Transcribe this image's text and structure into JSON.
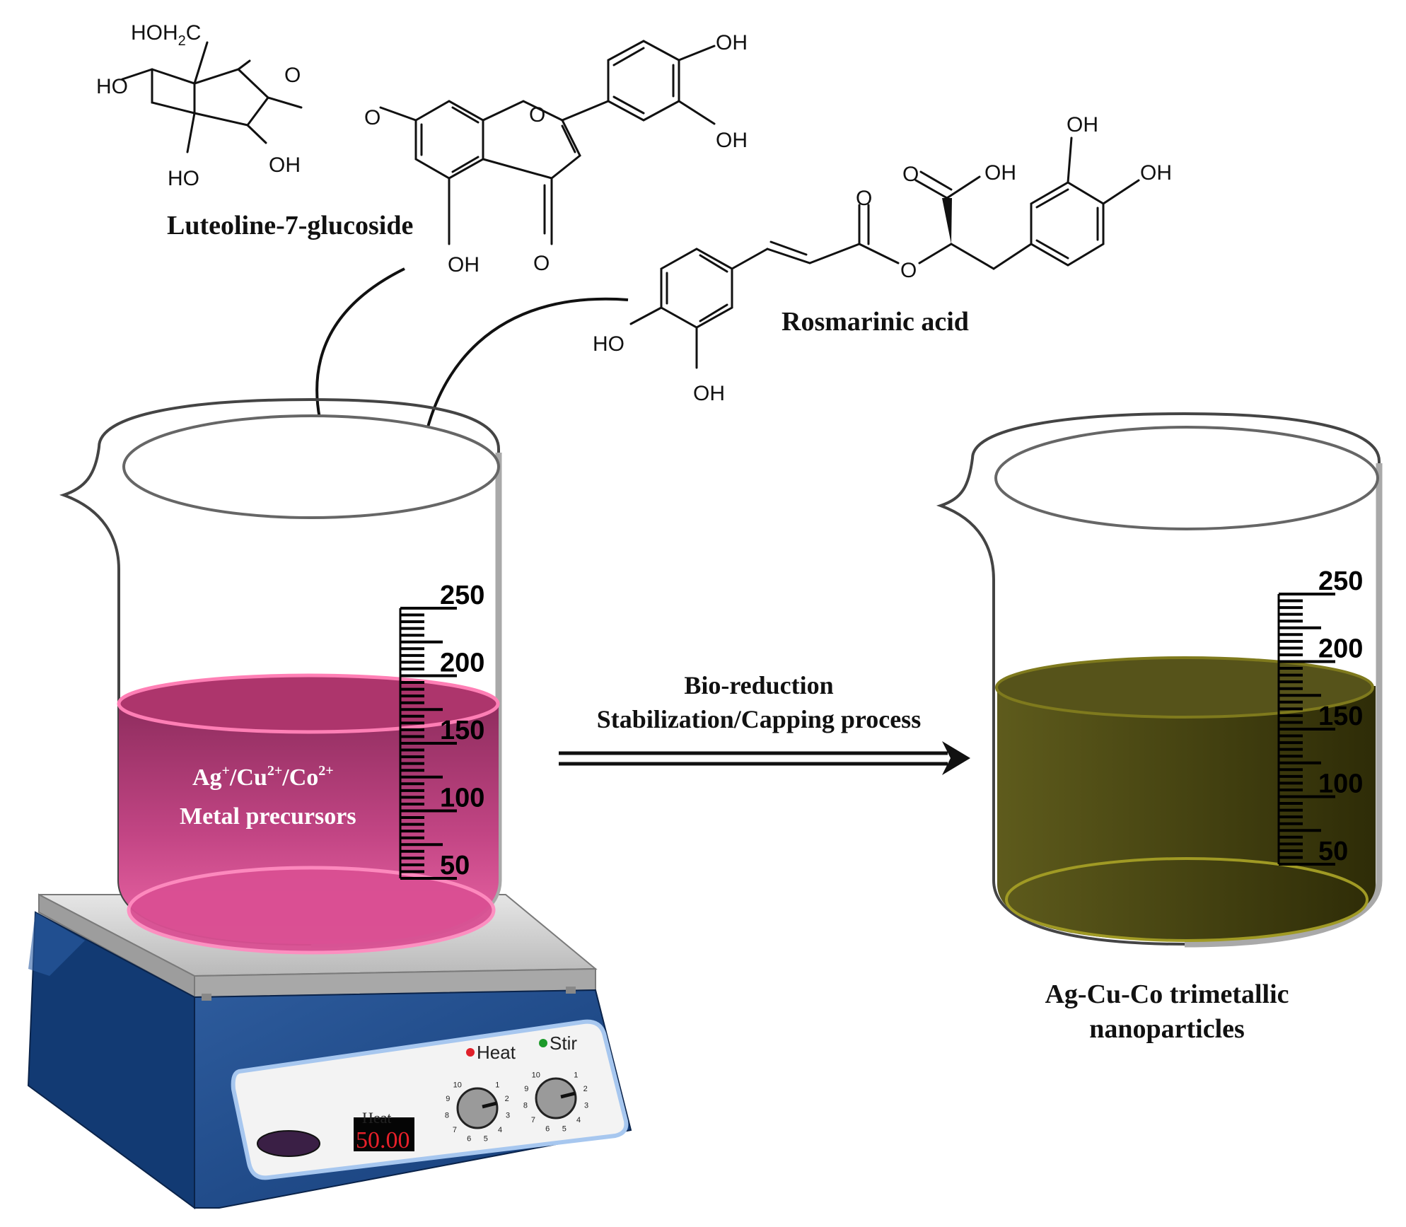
{
  "molecules": {
    "luteolin": {
      "name": "Luteoline-7-glucoside",
      "groups": {
        "hoh2c_pre": "HOH",
        "hoh2c_sub": "2",
        "hoh2c_post": "C",
        "ring_o": "O",
        "ho_left": "HO",
        "ho_bottom": "HO",
        "oh_sugar": "OH",
        "link_o": "O",
        "oh_top_a": "OH",
        "oh_top_b": "OH",
        "chromone_o": "O",
        "oh_5": "OH",
        "keto_o": "O"
      }
    },
    "rosmarinic": {
      "name": "Rosmarinic acid",
      "groups": {
        "oh_r1": "OH",
        "oh_r2": "OH",
        "acid_o": "O",
        "acid_oh": "OH",
        "ester_carbonyl_o": "O",
        "ester_o": "O",
        "ho_l": "HO",
        "oh_l": "OH"
      }
    }
  },
  "process": {
    "line1": "Bio-reduction",
    "line2": "Stabilization/Capping process"
  },
  "beaker_left": {
    "scale": [
      "250",
      "200",
      "150",
      "100",
      "50"
    ],
    "label_ag": "Ag",
    "label_plus": "+",
    "label_cu": "/Cu",
    "label_cu_charge": "2+",
    "label_co": "/Co",
    "label_co_charge": "2+",
    "label_line2": "Metal precursors",
    "liquid_color": "#c2417d"
  },
  "beaker_right": {
    "scale": [
      "250",
      "200",
      "150",
      "100",
      "50"
    ],
    "liquid_color": "#4f4d14"
  },
  "product": {
    "line1": "Ag-Cu-Co trimetallic",
    "line2": "nanoparticles"
  },
  "hotplate": {
    "heat_label": "Heat",
    "stir_label": "Stir",
    "display_caption": "Heat",
    "display_value": "50.00",
    "dial_numbers": [
      "1",
      "2",
      "3",
      "4",
      "5",
      "6",
      "7",
      "8",
      "9",
      "10"
    ],
    "heat_color": "#e0202a",
    "stir_color": "#1c9a2a"
  }
}
